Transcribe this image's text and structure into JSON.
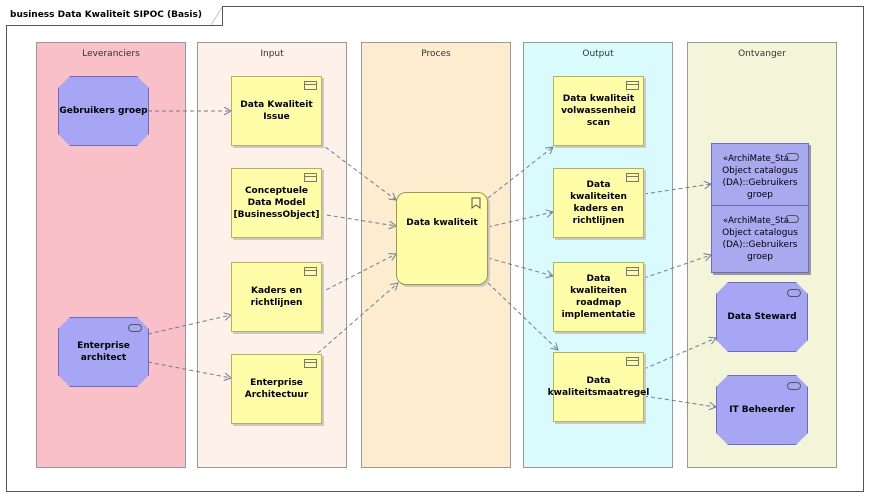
{
  "diagram": {
    "title": "business Data Kwaliteit SIPOC (Basis)",
    "lanes": {
      "leveranciers": "Leveranciers",
      "input": "Input",
      "proces": "Proces",
      "output": "Output",
      "ontvanger": "Ontvanger"
    },
    "suppliers": {
      "gebruikers": "Gebruikers groep",
      "enterprise_architect": "Enterprise architect"
    },
    "inputs": {
      "issue": "Data Kwaliteit Issue",
      "model": "Conceptuele Data Model [BusinessObject]",
      "kaders": "Kaders en richtlijnen",
      "architectuur": "Enterprise Architectuur"
    },
    "process": {
      "name": "Data kwaliteit"
    },
    "outputs": {
      "scan": "Data kwaliteit volwassenheid scan",
      "kaders": "Data kwaliteiten kaders en richtlijnen",
      "roadmap": "Data kwaliteiten roadmap implementatie",
      "maatregel": "Data kwaliteitsmaatregel"
    },
    "receivers": {
      "catalog_stereotype": "«ArchiMate_Sta...",
      "catalog_name": "Object catalogus (DA)::Gebruikers groep",
      "steward": "Data Steward",
      "beheerder": "IT Beheerder"
    },
    "colors": {
      "leveranciers": "#f9c0c8",
      "input": "#fdf1ea",
      "proces": "#fdeccd",
      "output": "#dafbfd",
      "ontvanger": "#f4f4d8",
      "artifact": "#fffda8",
      "role": "#a6a6f5",
      "edge": "#6d7d9a"
    }
  }
}
